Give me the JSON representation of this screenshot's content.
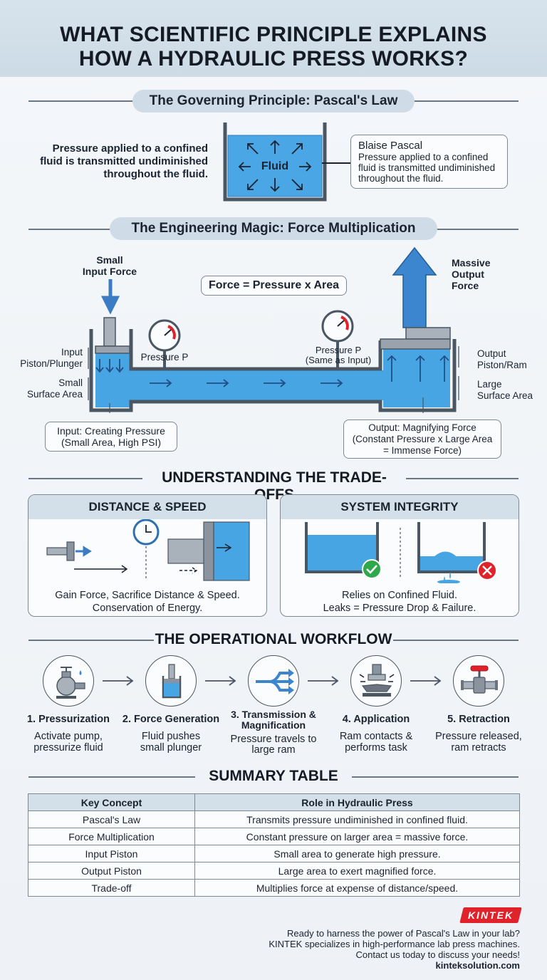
{
  "title": "WHAT SCIENTIFIC PRINCIPLE EXPLAINS\nHOW A HYDRAULIC PRESS WORKS?",
  "pascal": {
    "heading": "The Governing Principle: Pascal's Law",
    "left_text": "Pressure applied to a confined fluid is transmitted undiminished throughout the fluid.",
    "fluid_label": "Fluid",
    "callout_name": "Blaise Pascal",
    "callout_text": "Pressure applied to a confined fluid is transmitted undiminished throughout the fluid."
  },
  "force": {
    "heading": "The Engineering Magic: Force Multiplication",
    "formula": "Force = Pressure x Area",
    "small_input": "Small\nInput Force",
    "massive_output": "Massive\nOutput\nForce",
    "input_piston": "Input\nPiston/Plunger",
    "small_area": "Small\nSurface Area",
    "pressure_left": "Pressure P",
    "pressure_right": "Pressure P\n(Same as Input)",
    "output_piston": "Output\nPiston/Ram",
    "large_area": "Large\nSurface Area",
    "input_callout": "Input: Creating Pressure\n(Small Area, High PSI)",
    "output_callout": "Output: Magnifying Force\n(Constant Pressure x Large Area\n= Immense Force)"
  },
  "tradeoffs": {
    "heading": "UNDERSTANDING THE TRADE-OFFS",
    "distance_title": "DISTANCE & SPEED",
    "distance_caption": "Gain Force, Sacrifice Distance & Speed.\nConservation of Energy.",
    "integrity_title": "SYSTEM INTEGRITY",
    "integrity_caption": "Relies on Confined Fluid.\nLeaks = Pressure Drop & Failure."
  },
  "workflow": {
    "heading": "THE OPERATIONAL WORKFLOW",
    "steps": [
      {
        "title": "1. Pressurization",
        "desc": "Activate pump,\npressurize fluid",
        "icon": "pump-icon"
      },
      {
        "title": "2. Force Generation",
        "desc": "Fluid pushes\nsmall plunger",
        "icon": "plunger-icon"
      },
      {
        "title": "3. Transmission &\nMagnification",
        "desc": "Pressure travels to\nlarge ram",
        "icon": "split-arrows-icon"
      },
      {
        "title": "4. Application",
        "desc": "Ram contacts &\nperforms task",
        "icon": "press-icon"
      },
      {
        "title": "5. Retraction",
        "desc": "Pressure released,\nram retracts",
        "icon": "valve-icon"
      }
    ]
  },
  "summary": {
    "heading": "SUMMARY TABLE",
    "columns": [
      "Key Concept",
      "Role in Hydraulic Press"
    ],
    "rows": [
      [
        "Pascal's Law",
        "Transmits pressure undiminished in confined fluid."
      ],
      [
        "Force Multiplication",
        "Constant pressure on larger area = massive force."
      ],
      [
        "Input Piston",
        "Small area to generate high pressure."
      ],
      [
        "Output Piston",
        "Large area to exert magnified force."
      ],
      [
        "Trade-off",
        "Multiplies force at expense of distance/speed."
      ]
    ]
  },
  "footer": {
    "brand": "KINTEK",
    "line1": "Ready to harness the power of Pascal's Law in your lab?",
    "line2": "KINTEK specializes in high-performance lab press machines.",
    "line3": "Contact us today to discuss your needs!",
    "url": "kinteksolution.com"
  },
  "colors": {
    "fluid": "#3f9fe0",
    "arrow": "#3b7cc4",
    "accent_red": "#e0222a",
    "check_green": "#2ea84a"
  }
}
